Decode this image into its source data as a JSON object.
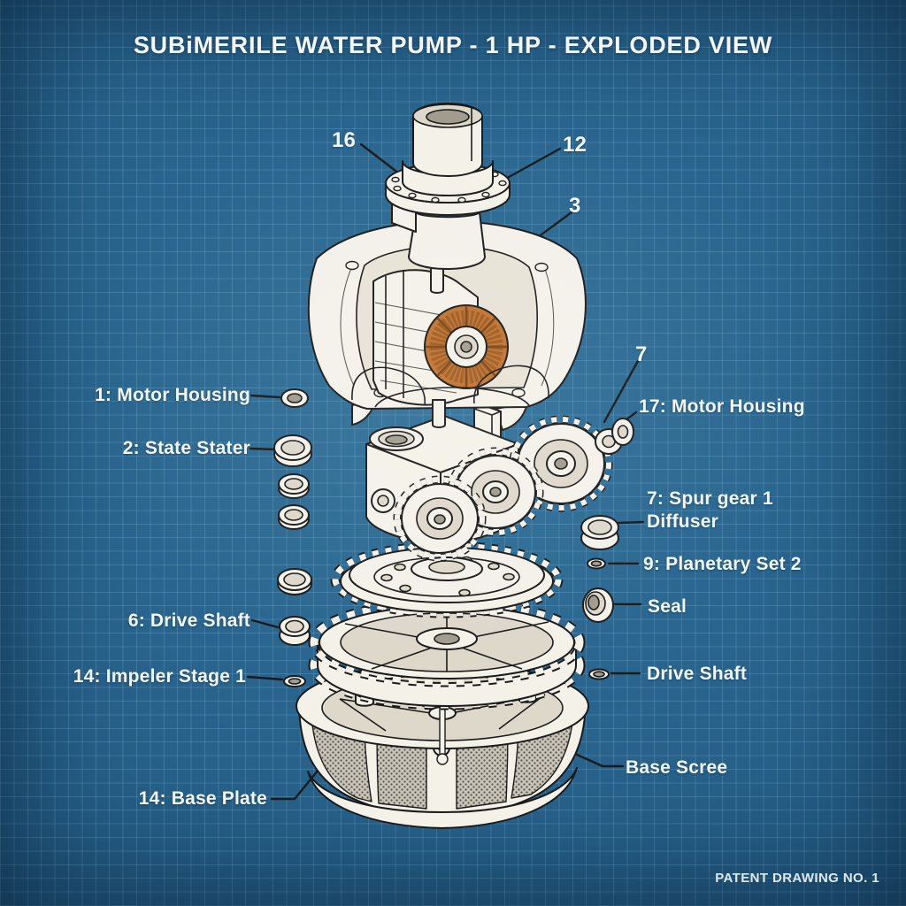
{
  "title": "SUBiMERILE WATER PUMP - 1 HP - EXPLODED VIEW",
  "drawing_note": "PATENT DRAWING NO. 1",
  "part_numbers": {
    "top_left": "16",
    "top_right": "12",
    "upper_right": "3",
    "gear_shaft": "7"
  },
  "callouts_left": [
    {
      "text": "1: Motor Housing"
    },
    {
      "text": "2: State Stater"
    },
    {
      "text": "6: Drive Shaft"
    },
    {
      "text": "14: Impeler Stage 1"
    },
    {
      "text": "14:  Base Plate"
    }
  ],
  "callouts_right": [
    {
      "text": "17: Motor Housing"
    },
    {
      "text": "7: Spur gear 1"
    },
    {
      "text": "Diffuser"
    },
    {
      "text": "9: Planetary Set 2"
    },
    {
      "text": "Seal"
    },
    {
      "text": "Drive Shaft"
    },
    {
      "text": "Base Scree"
    }
  ],
  "colors": {
    "background_center": "#2f7099",
    "background_mid": "#1d4d72",
    "background_edge": "#123a58",
    "ink": "#1b1b1b",
    "paper": "#f4f1e9",
    "paper_shade": "#ded8cb",
    "copper": "#c1722e",
    "copper_dark": "#7e4516",
    "text": "#f3f7fa"
  }
}
